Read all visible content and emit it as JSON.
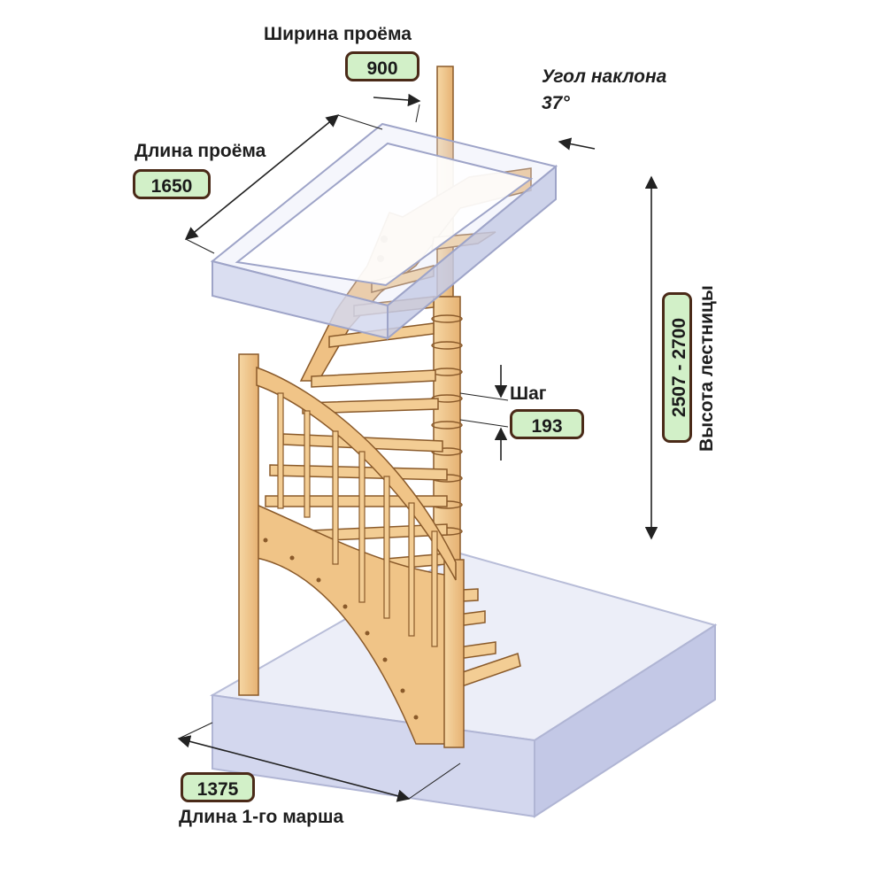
{
  "labels": {
    "opening_width": "Ширина проёма",
    "opening_length": "Длина проёма",
    "tilt_angle_title": "Угол наклона",
    "tilt_angle_value": "37°",
    "step": "Шаг",
    "height": "Высота лестницы",
    "first_flight_length": "Длина 1-го марша"
  },
  "values": {
    "opening_width": "900",
    "opening_length": "1650",
    "step": "193",
    "height": "2507 - 2700",
    "first_flight_length": "1375"
  },
  "colors": {
    "wood": "#f2c98e",
    "wood_dark": "#d49a55",
    "wood_line": "#8a5a2a",
    "glass": "#d8dcf0",
    "badge_fill": "#d2f0c8",
    "badge_border": "#4a2a18"
  }
}
